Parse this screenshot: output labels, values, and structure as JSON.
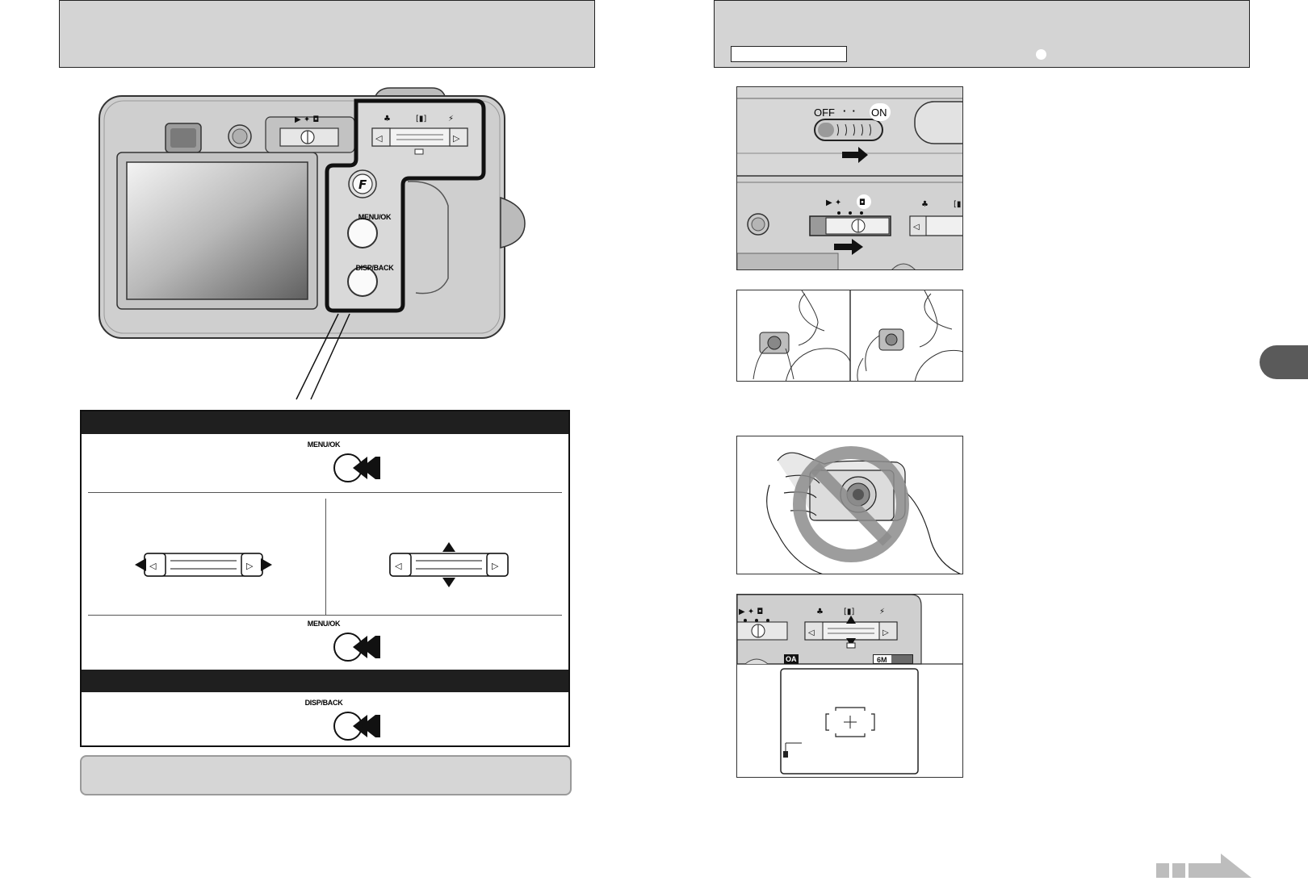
{
  "illustration": {
    "menu_ok_label": "MENU/OK",
    "disp_back_label": "DISP/BACK"
  },
  "table": {
    "row1_button_label": "MENU/OK",
    "row3_button_label": "MENU/OK",
    "row4_button_label": "DISP/BACK"
  },
  "power_switch": {
    "off_label": "OFF",
    "on_label": "ON"
  },
  "screen": {
    "mode_icon_text": "OA",
    "quality_badge": "6M"
  },
  "colors": {
    "header_gray": "#d4d4d4",
    "table_bar": "#1f1f1f",
    "side_tab": "#5a5a5a",
    "next_arrow": "#bdbdbd"
  }
}
